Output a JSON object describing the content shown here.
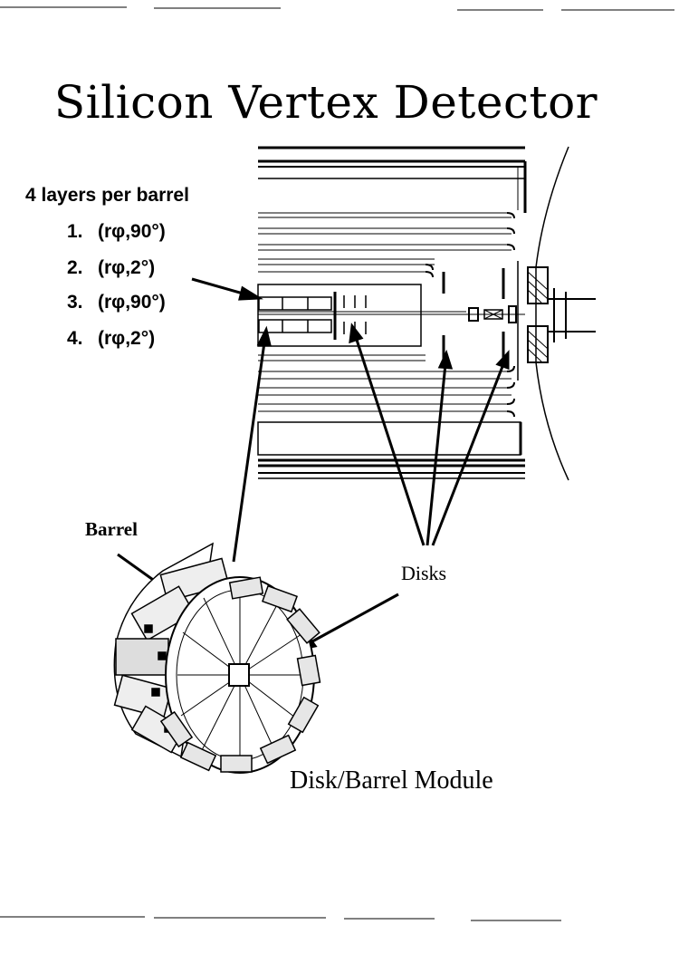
{
  "title": "Silicon Vertex Detector",
  "layers": {
    "heading": "4 layers per barrel",
    "items": [
      {
        "number": "1.",
        "label": "(rφ,90°)"
      },
      {
        "number": "2.",
        "label": "(rφ,2°)"
      },
      {
        "number": "3.",
        "label": "(rφ,90°)"
      },
      {
        "number": "4.",
        "label": "(rφ,2°)"
      }
    ]
  },
  "labels": {
    "barrel": "Barrel",
    "disks": "Disks",
    "module": "Disk/Barrel Module"
  }
}
